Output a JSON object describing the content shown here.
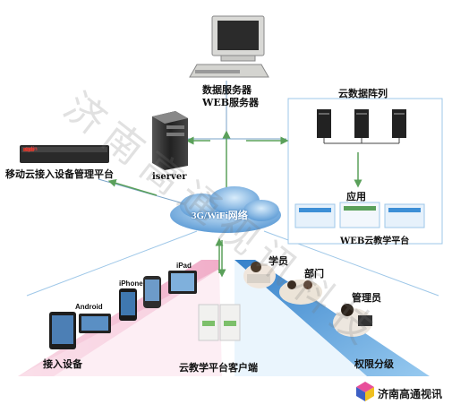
{
  "labels": {
    "db_server": "数据服务器",
    "web_server": "WEB服务器",
    "cloud_array": "云数据阵列",
    "mobile_platform": "移动云接入设备管理平台",
    "iserver": "iserver",
    "network": "3G/WiFi网络",
    "app": "应用",
    "web_platform": "WEB云教学平台",
    "student": "学员",
    "department": "部门",
    "admin": "管理员",
    "android": "Android",
    "iphone": "iPhone",
    "ipad": "iPad",
    "access_devices": "接入设备",
    "client": "云教学平台客户端",
    "permission": "权限分级",
    "brand": "济南高通视讯",
    "watermark": "济南高通视讯科技",
    "device_logo": "cylin"
  },
  "colors": {
    "cloud": "#4a8fd0",
    "pink_band": "#f3b9d0",
    "blue_band": "#3d8fd6",
    "arrow": "#5aa05a",
    "line": "#9ec7e8"
  }
}
